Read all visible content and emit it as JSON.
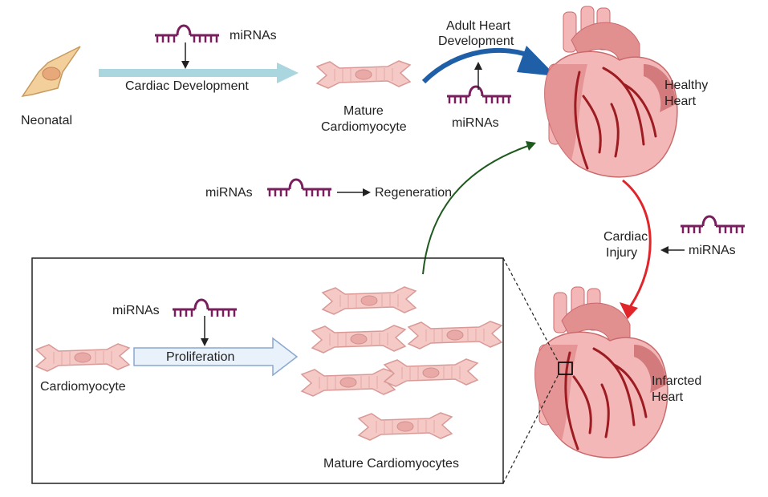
{
  "labels": {
    "neonatal": "Neonatal",
    "mirnas": "miRNAs",
    "cardiac_development": "Cardiac Development",
    "mature_cardiomyocyte_1": "Mature",
    "mature_cardiomyocyte_2": "Cardiomyocyte",
    "adult_heart_1": "Adult Heart",
    "adult_heart_2": "Development",
    "healthy_heart_1": "Healthy",
    "healthy_heart_2": "Heart",
    "regeneration": "Regeneration",
    "cardiac_injury_1": "Cardiac",
    "cardiac_injury_2": "Injury",
    "infarcted_heart_1": "Infarcted",
    "infarcted_heart_2": "Heart",
    "cardiomyocyte": "Cardiomyocyte",
    "proliferation": "Proliferation",
    "mature_cardiomyocytes": "Mature Cardiomyocytes"
  },
  "colors": {
    "mirna": "#7a1f5e",
    "cell_fill": "#f4c9c6",
    "cell_stroke": "#d99a97",
    "neonatal_fill": "#f3cf9b",
    "dev_arrow": "#a9d6df",
    "adult_arrow": "#1f5fa8",
    "regen_arrow": "#1e5a1e",
    "injury_arrow": "#e0252b",
    "heart_light": "#f3b7b7",
    "heart_mid": "#e28f90",
    "heart_dark": "#c96a6d",
    "vessel": "#9c1c22",
    "prolif_fill": "#e9f1fb",
    "prolif_stroke": "#8aa8cf"
  }
}
